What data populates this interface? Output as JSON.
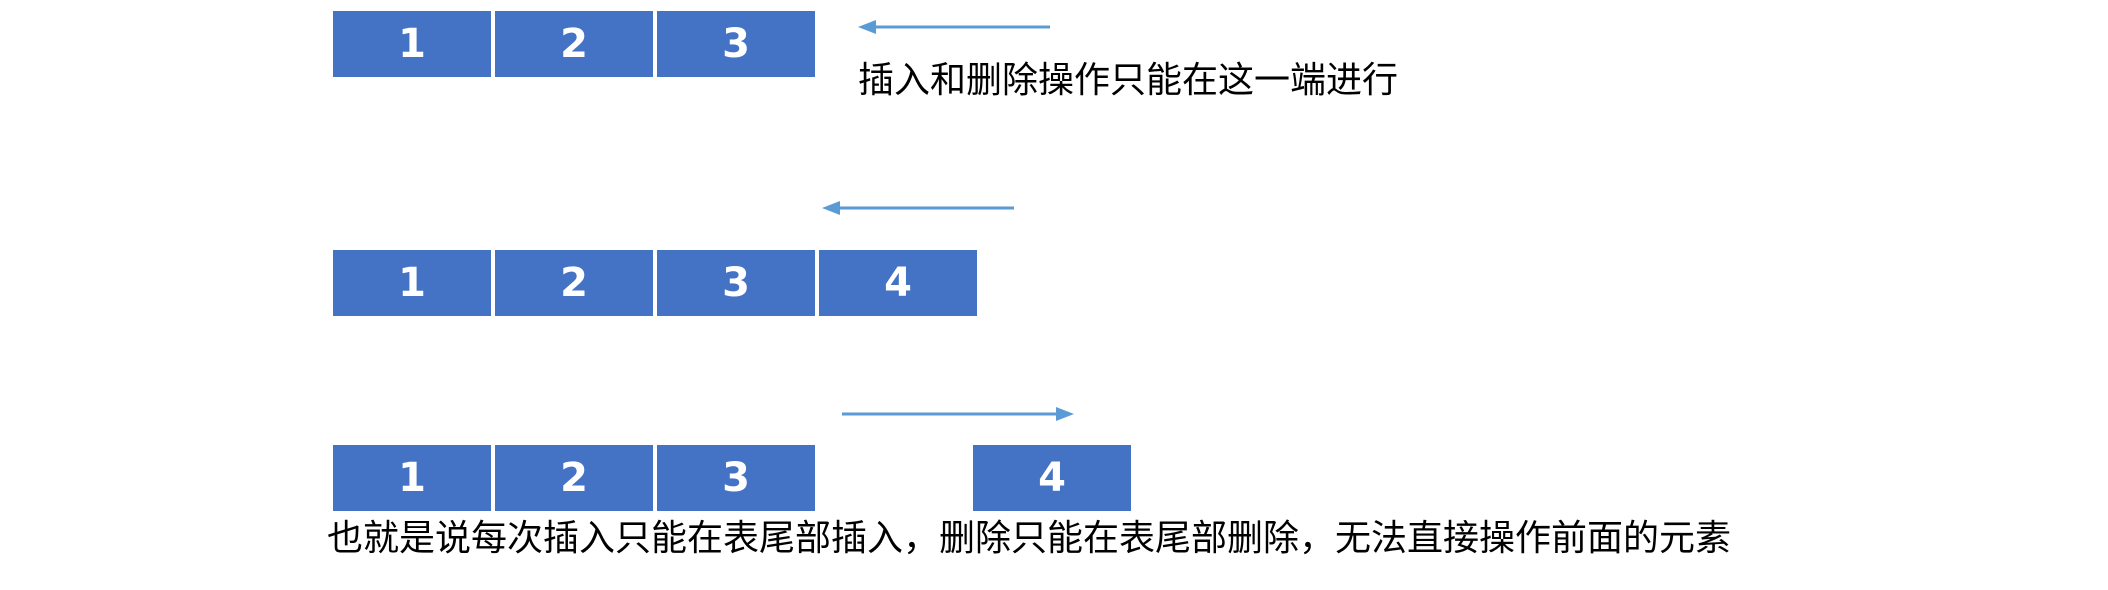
{
  "colors": {
    "background": "#ffffff",
    "box_fill": "#4472c4",
    "box_text": "#ffffff",
    "arrow": "#5b9bd5",
    "caption_text": "#000000"
  },
  "diagram": {
    "row1": {
      "cells": [
        "1",
        "2",
        "3"
      ],
      "arrow_direction": "left",
      "caption": "插入和删除操作只能在这一端进行"
    },
    "row2": {
      "cells": [
        "1",
        "2",
        "3",
        "4"
      ],
      "arrow_direction": "left"
    },
    "row3": {
      "cells": [
        "1",
        "2",
        "3"
      ],
      "detached_cell": "4",
      "arrow_direction": "right"
    },
    "footer_caption": "也就是说每次插入只能在表尾部插入，删除只能在表尾部删除，无法直接操作前面的元素"
  }
}
